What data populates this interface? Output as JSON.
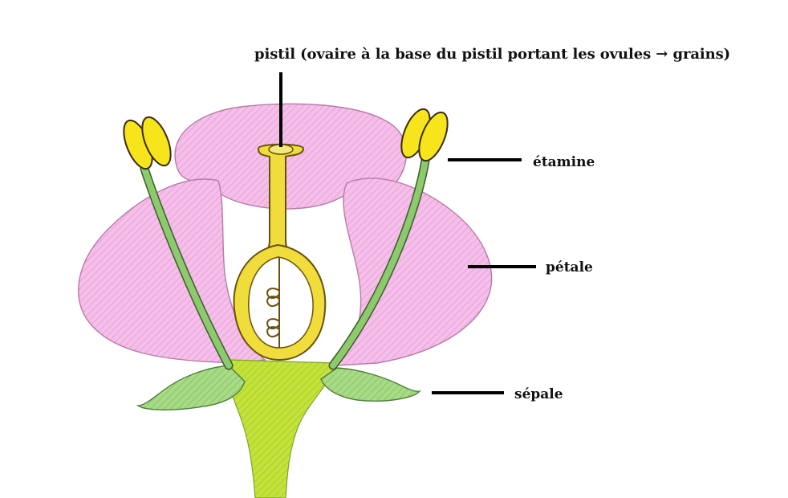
{
  "labels": {
    "pistil": "pistil  (ovaire à la base du pistil portant les ovules → grains)",
    "etamine": "étamine",
    "petale": "pétale",
    "sepale": "sépale"
  },
  "colors": {
    "petal": "#f3b5e6",
    "petal_hatch": "#d98ccc",
    "stem": "#b7dc34",
    "sepal": "#9fd67a",
    "filament": "#86c66a",
    "anther": "#f7e51c",
    "pistil": "#f0dc3a",
    "ovary_inner": "#ffffff",
    "outline": "#3a2a30",
    "leader_line": "#000000"
  }
}
